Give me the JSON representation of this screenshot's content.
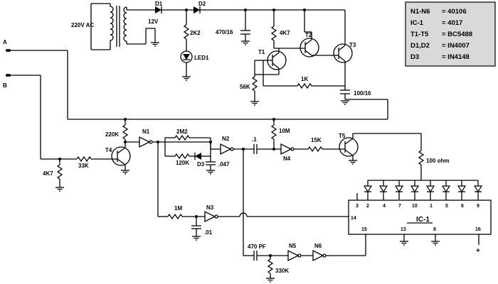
{
  "legend": {
    "rows": [
      {
        "part": "N1-N6",
        "value": "= 40106"
      },
      {
        "part": "IC-1",
        "value": "= 4017"
      },
      {
        "part": "T1-T5",
        "value": "= BC5488"
      },
      {
        "part": "D1,D2",
        "value": "= IN4007"
      },
      {
        "part": "D3",
        "value": "= IN4148"
      }
    ]
  },
  "inputs": {
    "a": "A",
    "b": "B"
  },
  "power": {
    "mains": [
      "220V AC"
    ],
    "secondary": "12V",
    "d1": "D1",
    "d2": "D2",
    "r_2k2": "2K2",
    "led": "LED1",
    "cap_470": "470/16",
    "r_4k7_top": "4K7",
    "t1": "T1",
    "t2": "T2",
    "t3": "T3",
    "r_56k": "56K",
    "r_1k": "1K",
    "cap_100": "100/16"
  },
  "logic": {
    "r_220k": "220K",
    "r_4k7_in": "4K7",
    "r_33k": "33K",
    "t4": "T4",
    "n1": "N1",
    "r_2m2": "2M2",
    "r_120k": "120K",
    "d3": "D3",
    "n2": "N2",
    "c_047": ".047",
    "c_1": ".1",
    "r_10m": "10M",
    "n4": "N4",
    "r_15k": "15K",
    "t5": "T5",
    "r_100": "100 ohm",
    "r_1m": "1M",
    "n3": "N3",
    "c_01": ".01",
    "c_470pf": "470 PF",
    "r_330k": "330K",
    "n5": "N5",
    "n6": "N6"
  },
  "ic": {
    "name": "IC-1",
    "top_pins": [
      "3",
      "2",
      "4",
      "7",
      "10",
      "1",
      "5",
      "6",
      "9"
    ],
    "pin14": "14",
    "pin15": "15",
    "pin13": "13",
    "pin8": "8",
    "pin16": "16",
    "plus": "+"
  }
}
